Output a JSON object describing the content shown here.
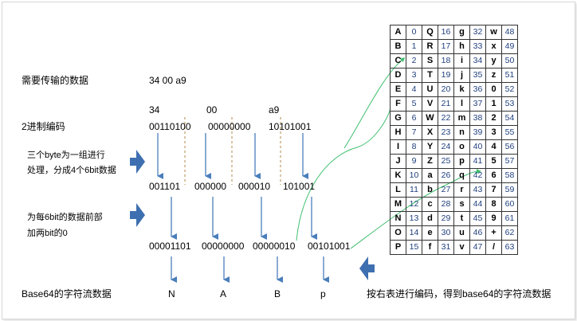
{
  "rows": {
    "data_label": "需要传输的数据",
    "data_value": "34 00 a9",
    "binary_label": "2进制编码",
    "hex_bytes": [
      "34",
      "00",
      "a9"
    ],
    "binary_bytes": [
      "00110100",
      "00000000",
      "10101001"
    ],
    "group_note_line1": "三个byte为一组进行",
    "group_note_line2": "处理，分成4个6bit数据",
    "six_bit_groups": [
      "001101",
      "000000",
      "000010",
      "101001"
    ],
    "pad_note_line1": "为每6bit的数据前部",
    "pad_note_line2": "加两bit的0",
    "padded_groups": [
      "00001101",
      "00000000",
      "00000010",
      "00101001"
    ],
    "stream_label": "Base64的字符流数据",
    "stream_chars": [
      "N",
      "A",
      "B",
      "p"
    ],
    "encode_note": "按右表进行编码，得到base64的字符流数据"
  },
  "table": [
    [
      [
        "A",
        "0"
      ],
      [
        "Q",
        "16"
      ],
      [
        "g",
        "32"
      ],
      [
        "w",
        "48"
      ]
    ],
    [
      [
        "B",
        "1"
      ],
      [
        "R",
        "17"
      ],
      [
        "h",
        "33"
      ],
      [
        "x",
        "49"
      ]
    ],
    [
      [
        "C",
        "2"
      ],
      [
        "S",
        "18"
      ],
      [
        "i",
        "34"
      ],
      [
        "y",
        "50"
      ]
    ],
    [
      [
        "D",
        "3"
      ],
      [
        "T",
        "19"
      ],
      [
        "j",
        "35"
      ],
      [
        "z",
        "51"
      ]
    ],
    [
      [
        "E",
        "4"
      ],
      [
        "U",
        "20"
      ],
      [
        "k",
        "36"
      ],
      [
        "0",
        "52"
      ]
    ],
    [
      [
        "F",
        "5"
      ],
      [
        "V",
        "21"
      ],
      [
        "l",
        "37"
      ],
      [
        "1",
        "53"
      ]
    ],
    [
      [
        "G",
        "6"
      ],
      [
        "W",
        "22"
      ],
      [
        "m",
        "38"
      ],
      [
        "2",
        "54"
      ]
    ],
    [
      [
        "H",
        "7"
      ],
      [
        "X",
        "23"
      ],
      [
        "n",
        "39"
      ],
      [
        "3",
        "55"
      ]
    ],
    [
      [
        "I",
        "8"
      ],
      [
        "Y",
        "24"
      ],
      [
        "o",
        "40"
      ],
      [
        "4",
        "56"
      ]
    ],
    [
      [
        "J",
        "9"
      ],
      [
        "Z",
        "25"
      ],
      [
        "p",
        "41"
      ],
      [
        "5",
        "57"
      ]
    ],
    [
      [
        "K",
        "10"
      ],
      [
        "a",
        "26"
      ],
      [
        "q",
        "42"
      ],
      [
        "6",
        "58"
      ]
    ],
    [
      [
        "L",
        "11"
      ],
      [
        "b",
        "27"
      ],
      [
        "r",
        "43"
      ],
      [
        "7",
        "59"
      ]
    ],
    [
      [
        "M",
        "12"
      ],
      [
        "c",
        "28"
      ],
      [
        "s",
        "44"
      ],
      [
        "8",
        "60"
      ]
    ],
    [
      [
        "N",
        "13"
      ],
      [
        "d",
        "29"
      ],
      [
        "t",
        "45"
      ],
      [
        "9",
        "61"
      ]
    ],
    [
      [
        "O",
        "14"
      ],
      [
        "e",
        "30"
      ],
      [
        "u",
        "46"
      ],
      [
        "+",
        "62"
      ]
    ],
    [
      [
        "P",
        "15"
      ],
      [
        "f",
        "31"
      ],
      [
        "v",
        "47"
      ],
      [
        "/",
        "63"
      ]
    ]
  ],
  "colors": {
    "arrow_blue": "#4a7ebb",
    "block_arrow": "#3e6fb0",
    "dash_brown": "#b08a4a",
    "connector_green": "#3fbf6f"
  }
}
